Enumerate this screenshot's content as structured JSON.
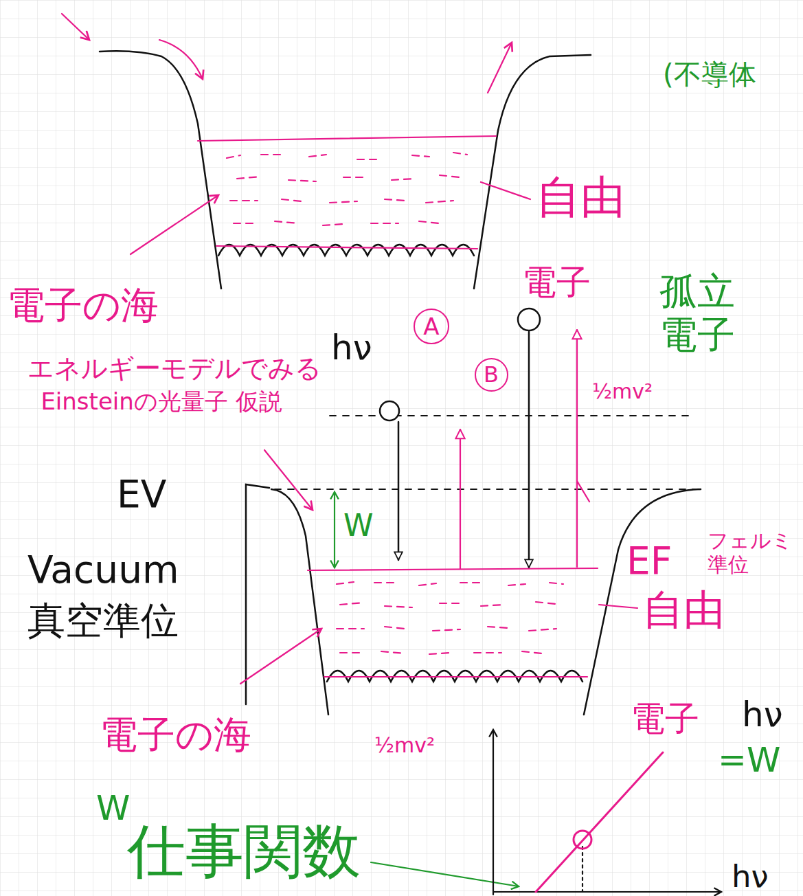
{
  "diagram": {
    "nodes": [
      {
        "text": [
          "A"
        ]
      },
      {
        "text": [
          "B"
        ]
      }
    ],
    "labels": [
      "(不導体",
      "自由",
      "電子の海",
      "電子",
      "孤立 電子",
      "エネルギーモデルでみる",
      "hν",
      "Einsteinの光量子 仮説",
      "½mv²",
      "EV",
      "W",
      "Vacuum",
      "真空準位",
      "EF",
      "フェルミ 準位",
      "自由",
      "電子の海",
      "½mv²",
      "電子",
      "hν",
      "=W",
      "W",
      "仕事関数",
      "hν"
    ]
  }
}
